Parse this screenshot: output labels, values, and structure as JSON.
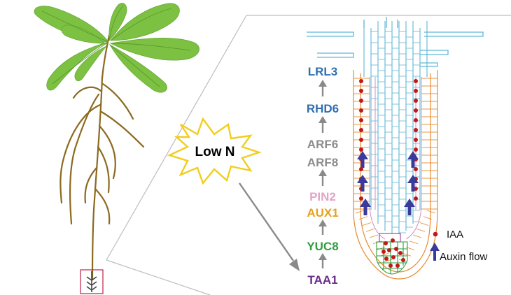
{
  "callout": {
    "label": "Low N"
  },
  "pathway": [
    {
      "gene": "LRL3",
      "color": "#2e6fb2"
    },
    {
      "gene": "RHD6",
      "color": "#2e6fb2"
    },
    {
      "gene": "ARF6",
      "color": "#8c8c8c"
    },
    {
      "gene": "ARF8",
      "color": "#8c8c8c"
    },
    {
      "gene": "PIN2",
      "color": "#e3a3c6"
    },
    {
      "gene": "AUX1",
      "color": "#e8a21c"
    },
    {
      "gene": "YUC8",
      "color": "#2e9e3e"
    },
    {
      "gene": "TAA1",
      "color": "#6b2c8e"
    }
  ],
  "legend": {
    "iaa": {
      "label": "IAA",
      "color": "#c01818"
    },
    "flow": {
      "label": "Auxin flow",
      "color": "#3a3a9c"
    }
  },
  "colors": {
    "leaf": "#7cc142",
    "leaf_vein": "#5a9a2e",
    "root_stem": "#8b6a1f",
    "inset_outline": "#b8b8b8",
    "root_vascular": "#5fb6d6",
    "root_epidermis": "#e8892e",
    "root_pink": "#d98bbf",
    "root_cap": "#2e9e3e",
    "arrow_gray": "#8a8a8a",
    "box_outline": "#c21d4b"
  }
}
